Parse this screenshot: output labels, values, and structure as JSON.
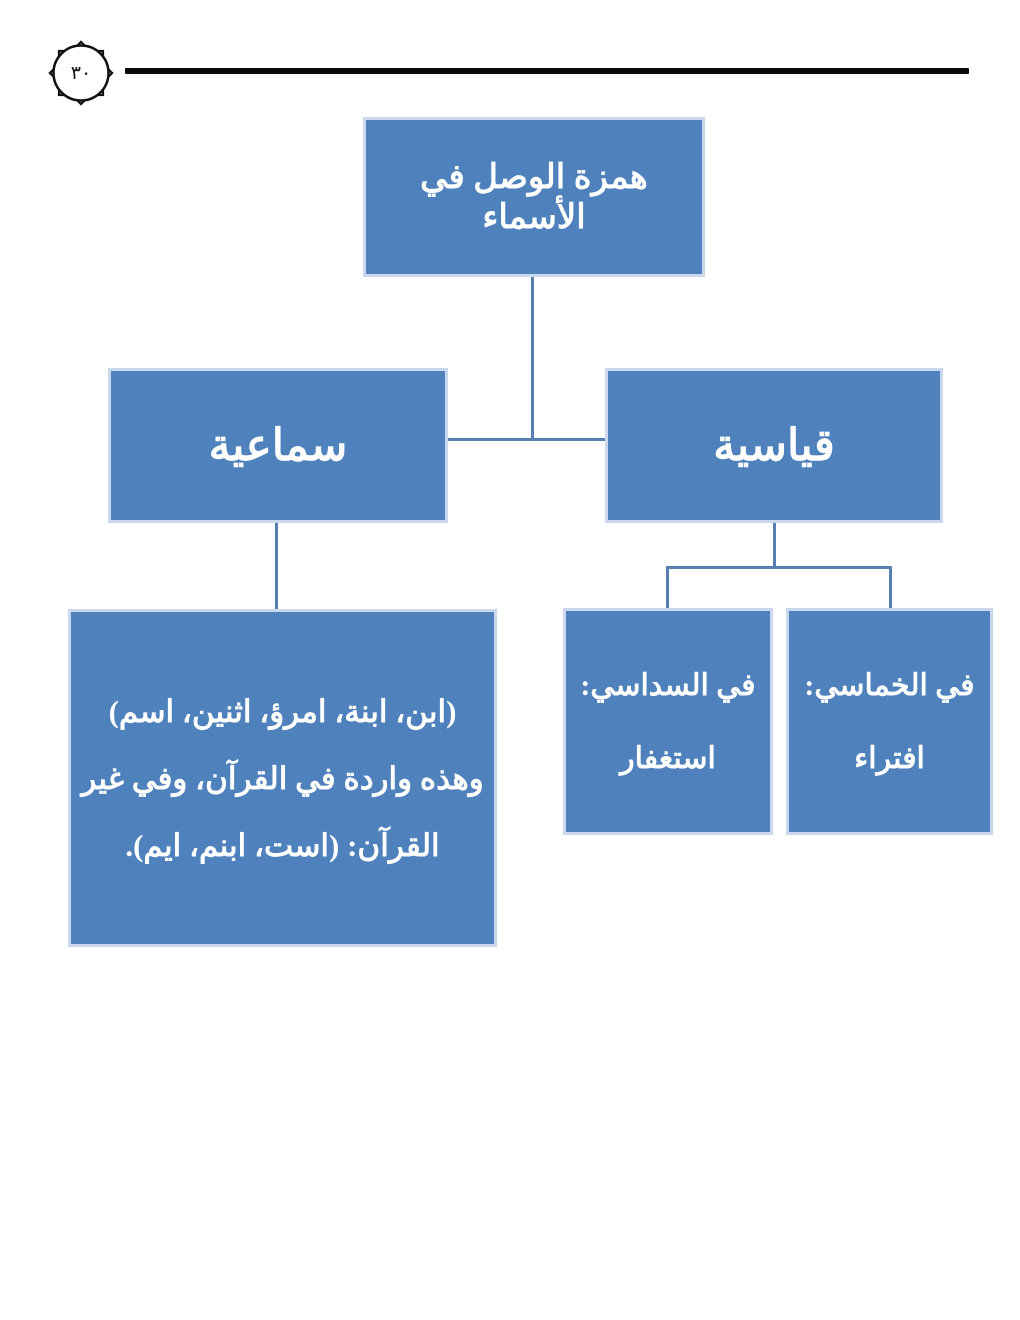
{
  "page": {
    "number": "٣٠"
  },
  "colors": {
    "node_fill": "#4f81bd",
    "node_border": "#c9d8ec",
    "node_text": "#ffffff",
    "connector": "#567eb1",
    "header_rule": "#0a0a0a",
    "ornament_stroke": "#111111"
  },
  "diagram": {
    "type": "hierarchy",
    "nodes": {
      "root": {
        "label": "همزة الوصل في الأسماء"
      },
      "samaiya": {
        "label": "سماعية"
      },
      "qiyasiya": {
        "label": "قياسية"
      },
      "samaiya_detail": {
        "lines": [
          "(ابن، ابنة، امرؤ، اثنين، اسم)",
          "وهذه واردة في القرآن، وفي غير",
          "القرآن: (است، ابنم، ايم)."
        ]
      },
      "sudasi": {
        "lines": [
          "في السداسي:",
          "استغفار"
        ]
      },
      "khumasi": {
        "lines": [
          "في الخماسي:",
          "افتراء"
        ]
      }
    }
  }
}
